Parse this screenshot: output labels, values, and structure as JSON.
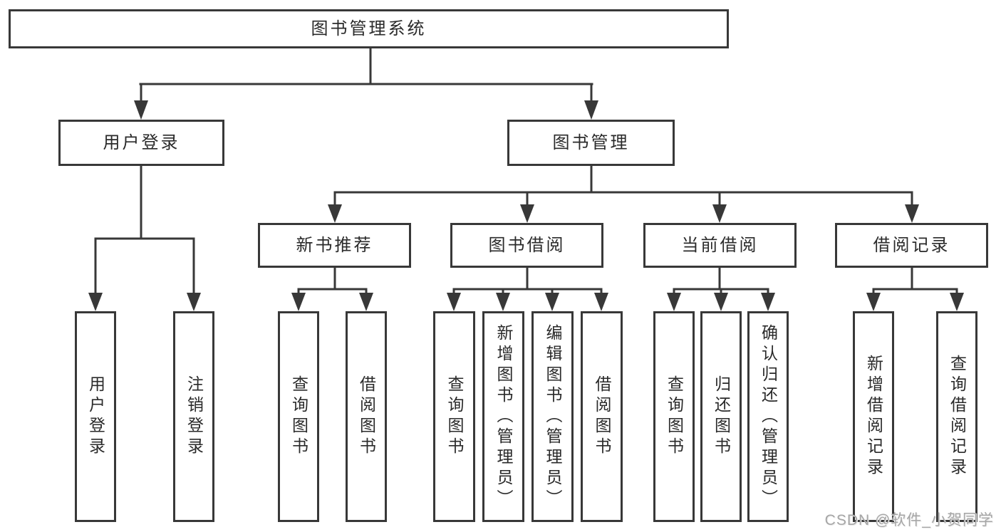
{
  "diagram": {
    "title": "图书管理系统",
    "level2": {
      "user_login": "用户登录",
      "book_mgmt": "图书管理"
    },
    "level3": [
      "新书推荐",
      "图书借阅",
      "当前借阅",
      "借阅记录"
    ],
    "leaves": {
      "user_login": [
        "用户登录",
        "注销登录"
      ],
      "new_books": [
        "查询图书",
        "借阅图书"
      ],
      "book_borrow": [
        "查询图书",
        "新增图书（管理员）",
        "编辑图书（管理员）",
        "借阅图书"
      ],
      "current_borrow": [
        "查询图书",
        "归还图书",
        "确认归还（管理员）"
      ],
      "borrow_records": [
        "新增借阅记录",
        "查询借阅记录"
      ]
    }
  },
  "watermark": "CSDN @软件_小贺同学",
  "colors": {
    "line": "#383838",
    "text": "#2a2a2a",
    "box_background": "#ffffff",
    "watermark": "#a6a6a6"
  }
}
